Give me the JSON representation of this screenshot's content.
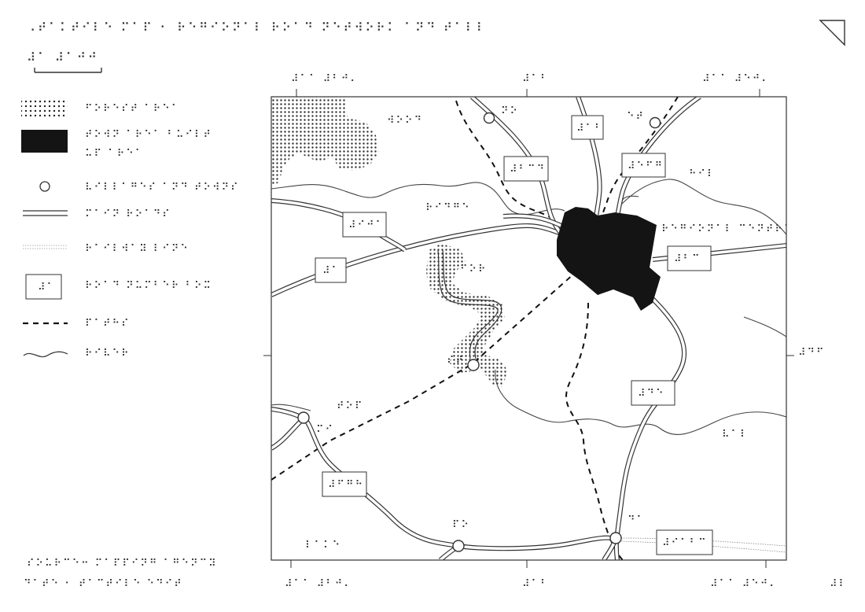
{
  "colors": {
    "ink": "#111111",
    "road_outline": "#333333",
    "contour": "#444444",
    "railway": "#888888",
    "city_fill": "#141414",
    "paper": "#ffffff"
  },
  "title": {
    "line1": "⠠⠞⠁⠅⠞⠊⠇⠑ ⠍⠁⠏ ⠂ ⠗⠑⠛⠊⠕⠝⠁⠇ ⠗⠕⠁⠙ ⠝⠑⠞⠺⠕⠗⠅ ⠁⠝⠙ ⠞⠁⠇⠇",
    "line2": "⠼⠁ ⠼⠁⠚⠚"
  },
  "orientation_icon": "corner-triangle-icon",
  "legend": {
    "items": [
      {
        "symbol": "forest-pattern",
        "label": "⠋⠕⠗⠑⠎⠞ ⠁⠗⠑⠁"
      },
      {
        "symbol": "city-fill",
        "label": "⠞⠕⠺⠝ ⠁⠗⠑⠁ ⠃⠥⠊⠇⠞",
        "label2": "⠥⠏ ⠁⠗⠑⠁"
      },
      {
        "symbol": "village-circle",
        "label": "⠧⠊⠇⠇⠁⠛⠑⠎ ⠁⠝⠙ ⠞⠕⠺⠝⠎"
      },
      {
        "symbol": "double-road",
        "label": "⠍⠁⠊⠝ ⠗⠕⠁⠙⠎"
      },
      {
        "symbol": "railway-dotted",
        "label": "⠗⠁⠊⠇⠺⠁⠽ ⠇⠊⠝⠑"
      },
      {
        "symbol": "label-box",
        "label": "⠗⠕⠁⠙ ⠝⠥⠍⠃⠑⠗ ⠃⠕⠭"
      },
      {
        "symbol": "dashed-line",
        "label": "⠏⠁⠞⠓⠎"
      },
      {
        "symbol": "wavy-line",
        "label": "⠗⠊⠧⠑⠗"
      }
    ]
  },
  "grid_labels": {
    "top": [
      "⠼⠁⠁ ⠼⠃⠚⠄",
      "⠼⠁⠃",
      "⠼⠁⠁ ⠼⠑⠚⠄"
    ],
    "bottom": [
      "⠼⠁⠁ ⠼⠃⠚⠄",
      "⠼⠁⠃",
      "⠼⠁⠁ ⠼⠑⠚⠄"
    ],
    "right": "⠼⠙⠋",
    "bottom_right_extra": "⠼⠇"
  },
  "footnote": {
    "line1": "⠎⠕⠥⠗⠉⠑⠒ ⠍⠁⠏⠏⠊⠝⠛ ⠁⠛⠑⠝⠉⠽",
    "line2": "⠙⠁⠞⠑ ⠂ ⠞⠁⠉⠞⠊⠇⠑ ⠑⠙⠊⠞"
  },
  "map_labels": {
    "forest_tag": "⠺⠕⠕⠙",
    "village_top": "⠝⠕",
    "village_top_right": "⠑⠞",
    "road_box_1": "⠼⠁⠃",
    "road_box_2": "⠼⠃⠉⠙",
    "road_box_3": "⠼⠑⠋⠛",
    "road_box_4": "⠼⠊⠚⠁",
    "road_box_5": "⠼⠁",
    "road_box_6": "⠼⠃⠉",
    "road_box_7": "⠼⠙⠑",
    "road_box_8": "⠼⠋⠛⠓",
    "road_box_9": "⠼⠊⠁⠃⠉",
    "city_name": "⠗⠑⠛⠊⠕⠝⠁⠇ ⠉⠑⠝⠞⠗⠑",
    "hill_1": "⠓⠊⠇",
    "hill_2": "⠗⠊⠙⠛⠑",
    "hill_3": "⠧⠁⠇",
    "hill_4": "⠞⠕⠏",
    "forest_river": "⠋⠕⠗",
    "village_left": "⠍⠊",
    "village_mid": "⠎⠞",
    "village_bottom": "⠏⠕",
    "village_bottom_right": "⠙⠁",
    "misc_bottom": "⠇⠁⠅⠑"
  }
}
